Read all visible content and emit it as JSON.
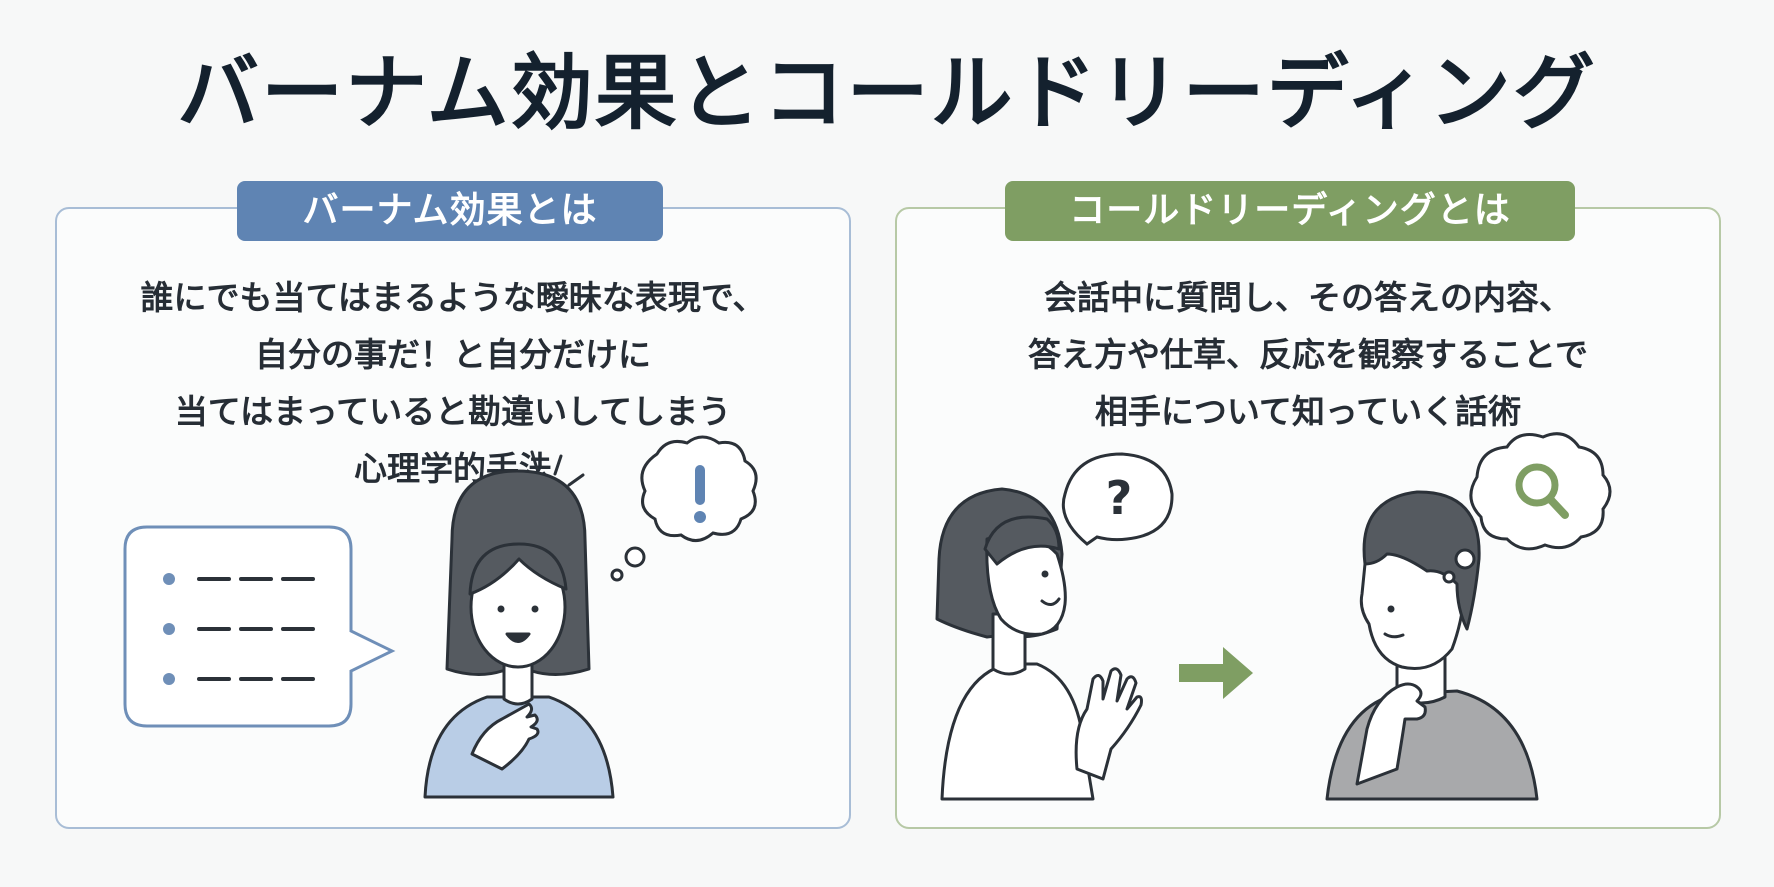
{
  "title": "バーナム効果とコールドリーディング",
  "left_panel": {
    "tag": "バーナム効果とは",
    "lines": [
      "誰にでも当てはまるような曖昧な表現で、",
      "自分の事だ！と自分だけに",
      "当てはまっていると勘違いしてしまう",
      "心理学的手法"
    ]
  },
  "right_panel": {
    "tag": "コールドリーディングとは",
    "lines": [
      "会話中に質問し、その答えの内容、",
      "答え方や仕草、反応を観察することで",
      "相手について知っていく話術"
    ]
  },
  "illustrations": {
    "left_thought_symbol": "!",
    "right_speech_symbol": "?",
    "icons": [
      "speech-bubble-list-icon",
      "exclamation-thought-icon",
      "question-speech-icon",
      "magnifier-thought-icon",
      "arrow-right-icon"
    ]
  },
  "colors": {
    "title": "#14212e",
    "blue_accent": "#5f84b3",
    "green_accent": "#7f9e63",
    "blue_border": "#a8bdd6",
    "green_border": "#b7c9a6",
    "outline": "#2b3138"
  }
}
